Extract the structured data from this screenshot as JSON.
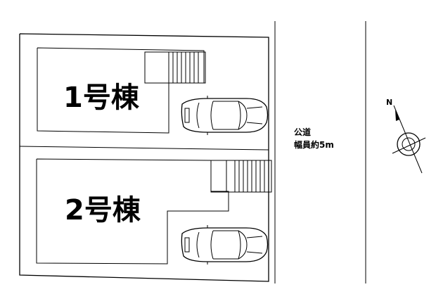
{
  "plots": [
    {
      "building_label": "1号棟"
    },
    {
      "building_label": "2号棟"
    }
  ],
  "road": {
    "line1": "公道",
    "line2": "幅員約5m"
  },
  "compass": {
    "north_label": "N"
  }
}
